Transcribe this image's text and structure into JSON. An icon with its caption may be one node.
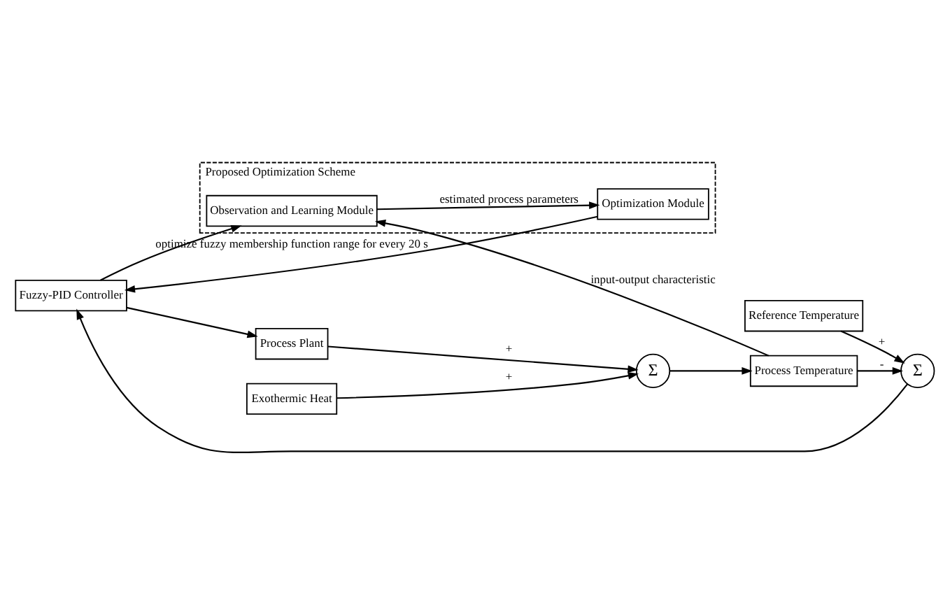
{
  "diagram": {
    "nodes": [
      {
        "text": [
          "Proposed Optimization Scheme"
        ]
      },
      {
        "text": [
          "Optimization Module"
        ],
        "in": 0
      },
      {
        "text": [
          "Observation and Learning Module"
        ],
        "in": 0
      },
      {
        "text": [
          "Reference Temperature"
        ]
      },
      {
        "text": [
          "Σ"
        ]
      },
      {
        "text": [
          "Fuzzy-PID Controller"
        ]
      },
      {
        "text": [
          "Process Plant"
        ]
      },
      {
        "text": [
          "Σ"
        ]
      },
      {
        "text": [
          "Process Temperature"
        ]
      },
      {
        "text": [
          "Exothermic Heat"
        ]
      }
    ],
    "edges": [
      {
        "from": 2,
        "to": 1,
        "arrow": "to",
        "label": "estimated process parameters"
      },
      {
        "from": 1,
        "to": 5,
        "arrow": "to",
        "label": "optimize fuzzy membership function range for every 20 s"
      },
      {
        "from": 3,
        "to": 4,
        "arrow": "to",
        "label": "+"
      },
      {
        "from": 4,
        "to": 5,
        "arrow": "to"
      },
      {
        "from": 5,
        "to": 6,
        "arrow": "to"
      },
      {
        "from": 5,
        "to": 2,
        "arrow": "to"
      },
      {
        "from": 8,
        "to": 2,
        "arrow": "to",
        "label": "input-output characteristic"
      },
      {
        "from": 6,
        "to": 7,
        "arrow": "to",
        "label": "+"
      },
      {
        "from": 9,
        "to": 7,
        "arrow": "to",
        "label": "+"
      },
      {
        "from": 7,
        "to": 8,
        "arrow": "to"
      },
      {
        "from": 8,
        "to": 4,
        "arrow": "to",
        "label": "-"
      }
    ]
  }
}
